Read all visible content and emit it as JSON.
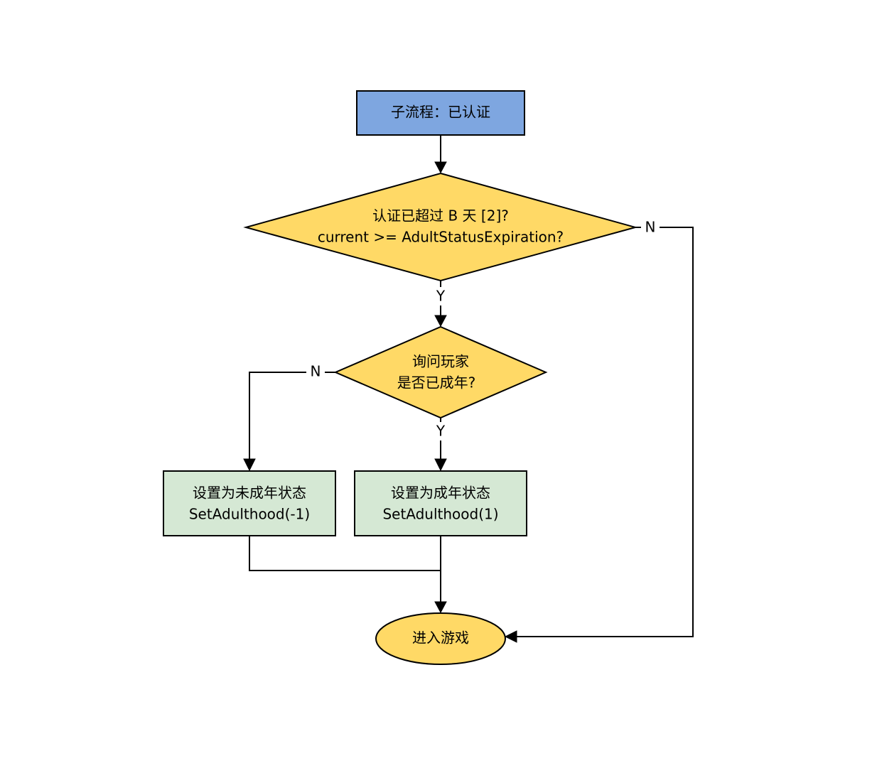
{
  "colors": {
    "process_blue": "#7ea6e0",
    "decision_yellow": "#ffd966",
    "action_green": "#d5e8d4",
    "stroke": "#000000"
  },
  "nodes": {
    "subprocess": {
      "label": "子流程：已认证"
    },
    "decision_expired": {
      "line1": "认证已超过 B 天 [2]?",
      "line2": "current >= AdultStatusExpiration?"
    },
    "decision_adult": {
      "line1": "询问玩家",
      "line2": "是否已成年?"
    },
    "set_minor": {
      "line1": "设置为未成年状态",
      "line2": "SetAdulthood(-1)"
    },
    "set_adult": {
      "line1": "设置为成年状态",
      "line2": "SetAdulthood(1)"
    },
    "enter_game": {
      "label": "进入游戏"
    }
  },
  "edges": {
    "expired_no": "N",
    "expired_yes": "Y",
    "adult_no": "N",
    "adult_yes": "Y"
  }
}
